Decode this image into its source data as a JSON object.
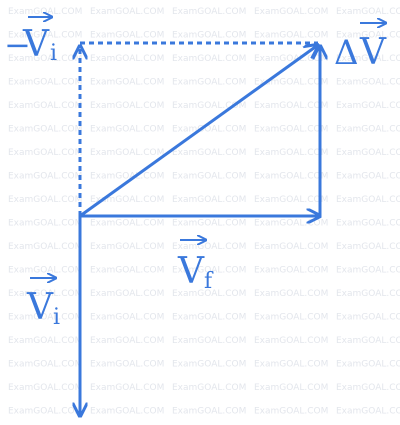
{
  "watermark": "ExamGOAL.COM",
  "colors": {
    "vector": "#3a78dc",
    "watermark": "#e3e6ec",
    "background": "#ffffff"
  },
  "labels": {
    "neg_vi_sign": "−",
    "neg_vi_letter": "V",
    "neg_vi_sub": "i",
    "delta_symbol": "Δ",
    "delta_letter": "V",
    "vf_letter": "V",
    "vf_sub": "f",
    "vi_letter": "V",
    "vi_sub": "i"
  }
}
